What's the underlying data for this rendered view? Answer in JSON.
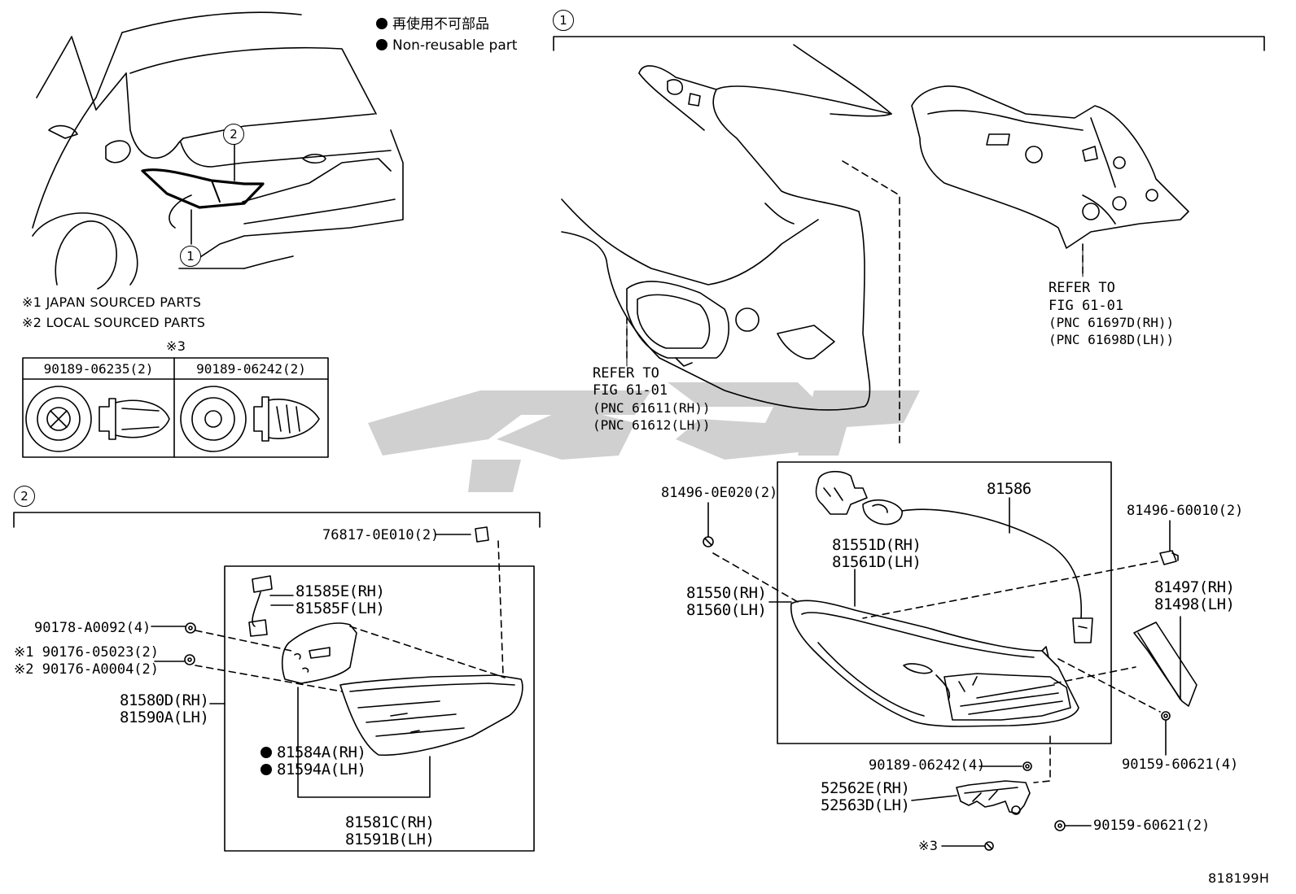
{
  "legend": {
    "non_reusable_jp": "再使用不可部品",
    "non_reusable_en": "Non-reusable part"
  },
  "notes": {
    "japan_sourced": "※1 JAPAN SOURCED PARTS",
    "local_sourced": "※2 LOCAL SOURCED PARTS",
    "note3_mark": "※3"
  },
  "clip_table": {
    "col1_part": "90189-06235(2)",
    "col2_part": "90189-06242(2)"
  },
  "callouts": {
    "one": "1",
    "two": "2"
  },
  "section1": {
    "ref_left": {
      "line1": "REFER TO",
      "line2": "FIG 61-01",
      "line3": "(PNC 61611(RH))",
      "line4": "(PNC 61612(LH))"
    },
    "ref_right": {
      "line1": "REFER TO",
      "line2": "FIG 61-01",
      "line3": "(PNC 61697D(RH))",
      "line4": "(PNC 61698D(LH))"
    },
    "parts": {
      "p81586": "81586",
      "p81496_0e020": "81496-0E020(2)",
      "p81496_60010": "81496-60010(2)",
      "p81551d": "81551D(RH)",
      "p81561d": "81561D(LH)",
      "p81550": "81550(RH)",
      "p81560": "81560(LH)",
      "p81497": "81497(RH)",
      "p81498": "81498(LH)",
      "p90159_4": "90159-60621(4)",
      "p90189_4": "90189-06242(4)",
      "p52562e": "52562E(RH)",
      "p52563d": "52563D(LH)",
      "p90159_2": "90159-60621(2)",
      "note3": "※3"
    }
  },
  "section2": {
    "parts": {
      "p76817": "76817-0E010(2)",
      "p81585e": "81585E(RH)",
      "p81585f": "81585F(LH)",
      "p90178": "90178-A0092(4)",
      "p90176_05023": "※1 90176-05023(2)",
      "p90176_a0004": "※2 90176-A0004(2)",
      "p81580d": "81580D(RH)",
      "p81590a": "81590A(LH)",
      "p81584a": "81584A(RH)",
      "p81594a": "81594A(LH)",
      "p81581c": "81581C(RH)",
      "p81591b": "81591B(LH)"
    }
  },
  "figure_id": "818199H"
}
